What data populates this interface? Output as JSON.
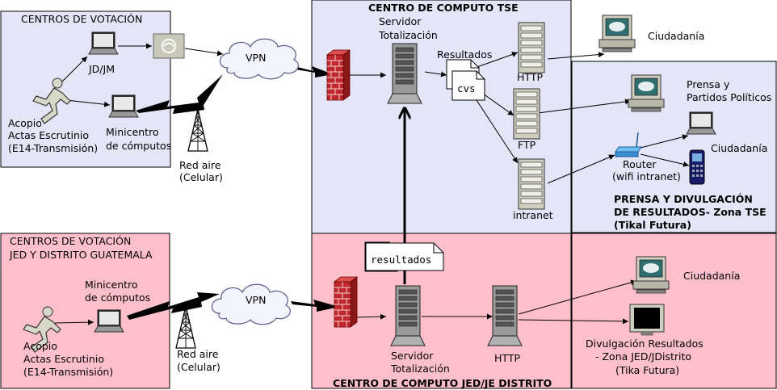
{
  "zones": {
    "cv_tse": "CENTROS DE VOTACIÓN",
    "tse": "CENTRO DE COMPUTO TSE",
    "prensa_lines": [
      "PRENSA Y DIVULGACIÓN",
      "DE RESULTADOS- Zona TSE",
      "(Tikal Futura)"
    ],
    "cv_jed_lines": [
      "CENTROS DE VOTACIÓN",
      "JED Y DISTRITO GUATEMALA"
    ],
    "jed": "CENTRO DE COMPUTO JED/JE DISTRITO"
  },
  "labels": {
    "jdjm": "JD/JM",
    "acopio1": [
      "Acopio",
      "Actas Escrutinio",
      "(E14-Transmisión)"
    ],
    "minicentro1": [
      "Minicentro",
      "de cómputos"
    ],
    "red_aire1": [
      "Red aire",
      "(Celular)"
    ],
    "vpn1": "VPN",
    "servidor1": [
      "Servidor",
      "Totalización"
    ],
    "resultados1": "Resultados",
    "cvs": "cvs",
    "http1": "HTTP",
    "ftp": "FTP",
    "intranet": "intranet",
    "ciudadania1": "Ciudadanía",
    "prensa": [
      "Prensa y",
      "Partidos Políticos"
    ],
    "ciudadania2": "Ciudadanía",
    "router": [
      "Router",
      "(wifi intranet)"
    ],
    "minicentro2": [
      "Minicentro",
      "de cómputos"
    ],
    "acopio2": [
      "Acopio",
      "Actas Escrutinio",
      "(E14-Transmisión)"
    ],
    "red_aire2": [
      "Red aire",
      "(Celular)"
    ],
    "vpn2": "VPN",
    "resultados2": "resultados",
    "servidor2": [
      "Servidor",
      "Totalización"
    ],
    "http2": "HTTP",
    "ciudadania3": "Ciudadanía",
    "divulgacion": [
      "Divulgación Resultados",
      "- Zona JED/JDistrito",
      "(Tika Futura)"
    ]
  },
  "colors": {
    "lavender": "#e5e5f8",
    "pink": "#ffc0cb",
    "server": "#cfcfc0",
    "firewall": "#c0282d"
  }
}
